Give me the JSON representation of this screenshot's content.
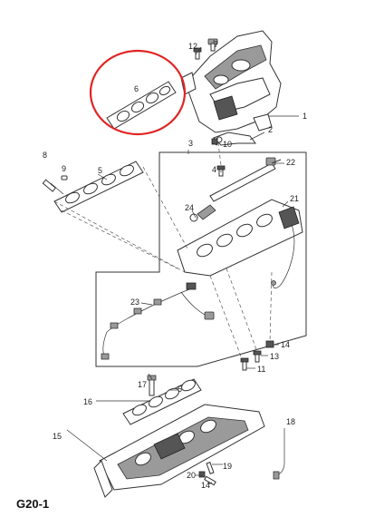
{
  "diagram_code": "G20-1",
  "highlight_color": "#e02424",
  "callouts": [
    "1",
    "2",
    "3",
    "4",
    "5",
    "6",
    "7",
    "8",
    "9",
    "10",
    "11",
    "12",
    "13",
    "14",
    "15",
    "16",
    "17",
    "18",
    "19",
    "20",
    "21",
    "22",
    "23",
    "24"
  ],
  "callouts_repeat": {
    "five_lower": "5"
  }
}
